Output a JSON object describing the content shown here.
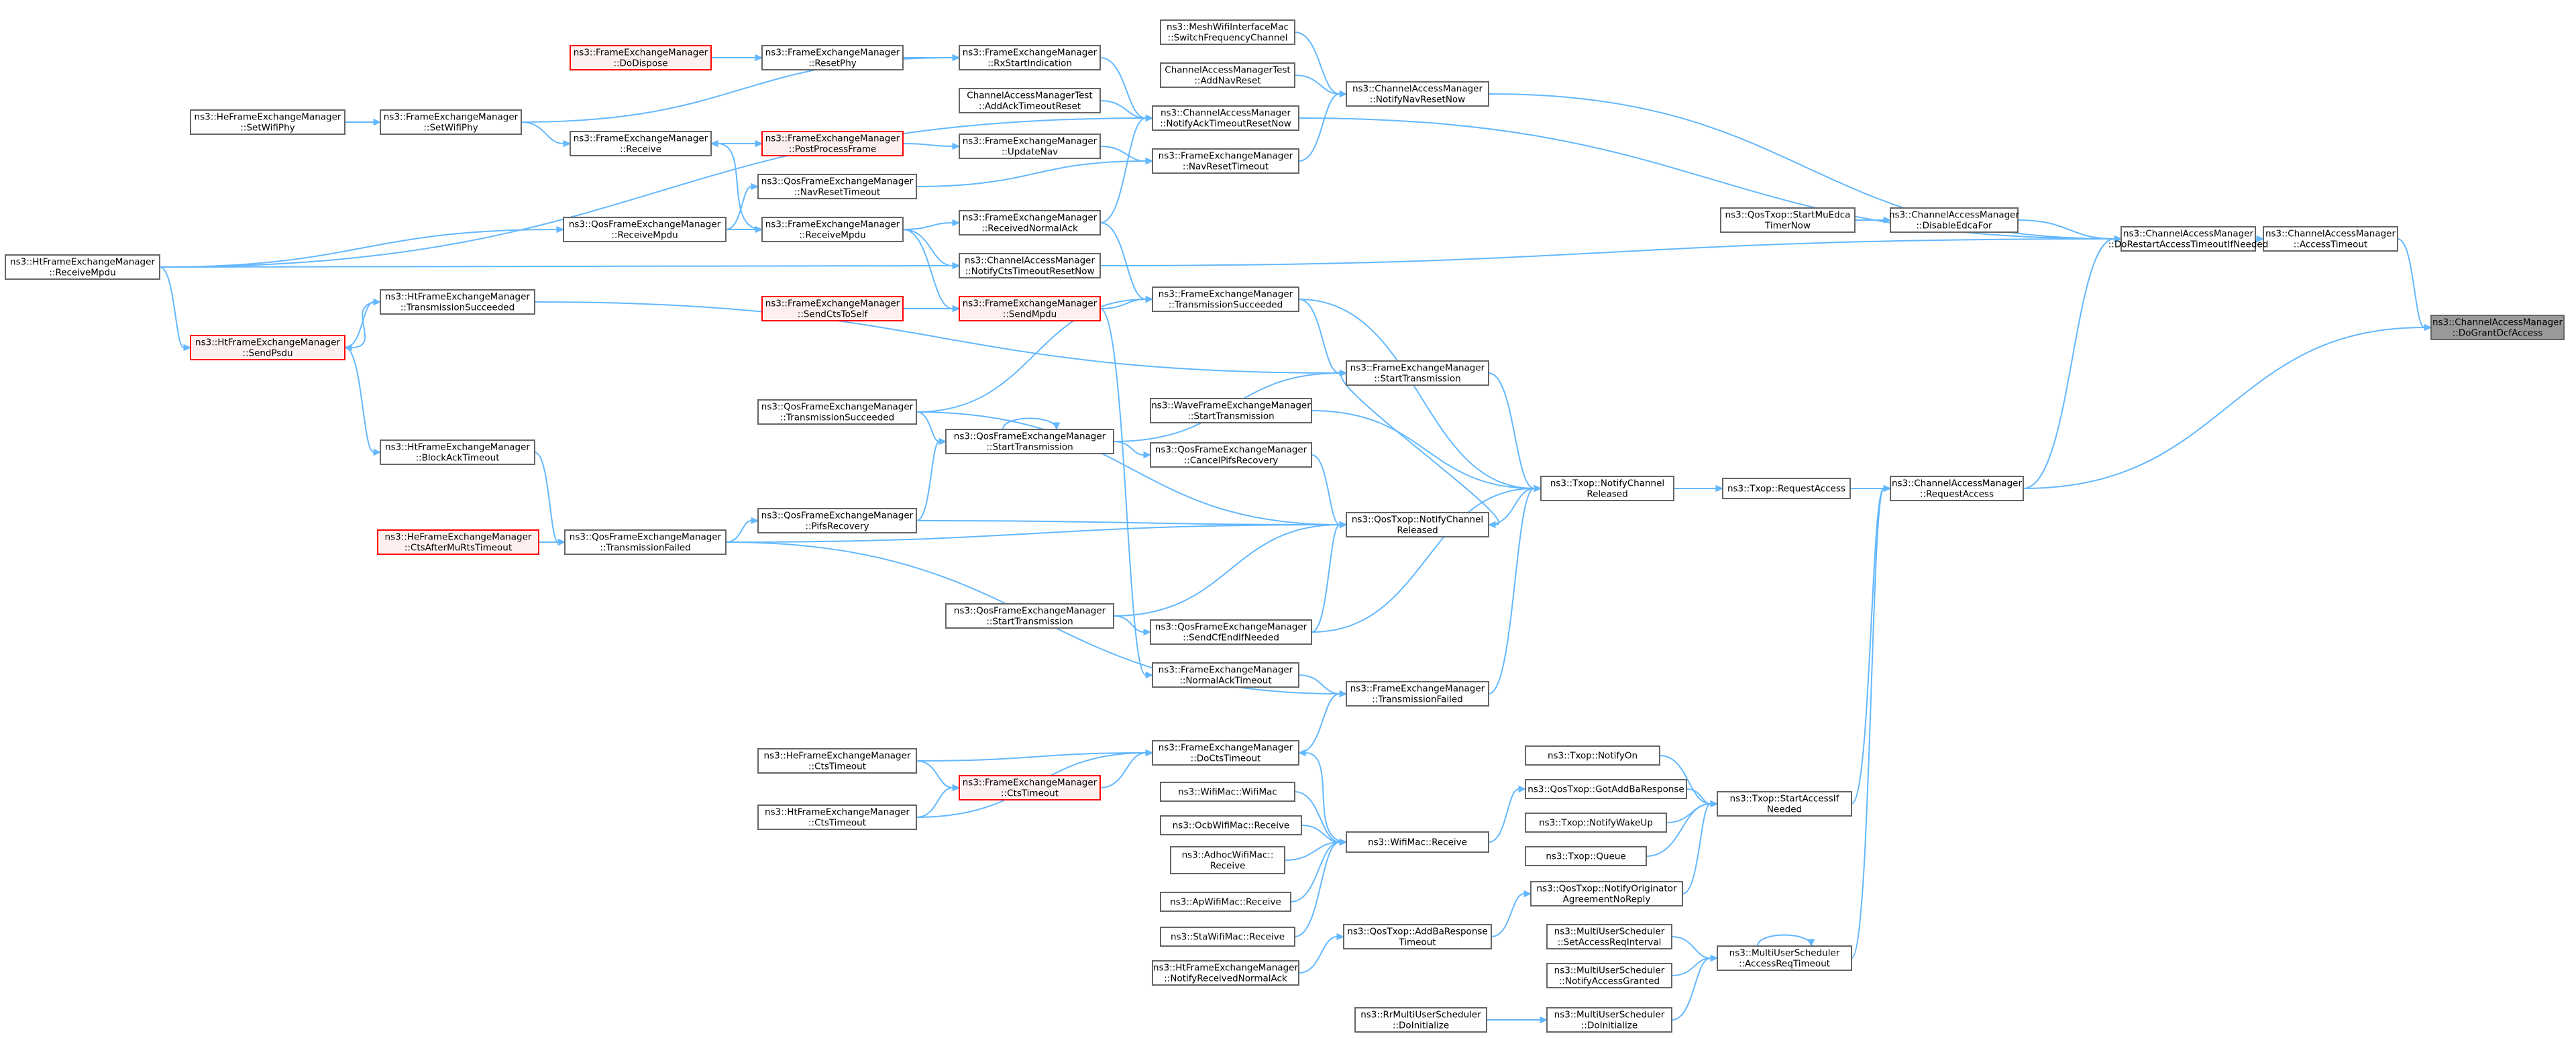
{
  "graph": {
    "root_id": "n0",
    "nodes": [
      {
        "id": "n0",
        "lines": [
          "ns3::ChannelAccessManager",
          "::DoGrantDcfAccess"
        ],
        "style": "root"
      },
      {
        "id": "n1",
        "lines": [
          "ns3::ChannelAccessManager",
          "::AccessTimeout"
        ],
        "style": "normal"
      },
      {
        "id": "n2",
        "lines": [
          "ns3::ChannelAccessManager",
          "::DoRestartAccessTimeoutIfNeeded"
        ],
        "style": "normal"
      },
      {
        "id": "n3",
        "lines": [
          "ns3::ChannelAccessManager",
          "::DisableEdcaFor"
        ],
        "style": "normal"
      },
      {
        "id": "n4",
        "lines": [
          "ns3::QosTxop::StartMuEdca",
          "TimerNow"
        ],
        "style": "normal"
      },
      {
        "id": "n5",
        "lines": [
          "ns3::ChannelAccessManager",
          "::NotifyNavResetNow"
        ],
        "style": "normal"
      },
      {
        "id": "n6",
        "lines": [
          "ns3::MeshWifiInterfaceMac",
          "::SwitchFrequencyChannel"
        ],
        "style": "normal"
      },
      {
        "id": "n7",
        "lines": [
          "ChannelAccessManagerTest",
          "::AddNavReset"
        ],
        "style": "normal"
      },
      {
        "id": "n8",
        "lines": [
          "ns3::ChannelAccessManager",
          "::NotifyAckTimeoutResetNow"
        ],
        "style": "normal"
      },
      {
        "id": "n9",
        "lines": [
          "ChannelAccessManagerTest",
          "::AddAckTimeoutReset"
        ],
        "style": "normal"
      },
      {
        "id": "n10",
        "lines": [
          "ns3::FrameExchangeManager",
          "::RxStartIndication"
        ],
        "style": "normal"
      },
      {
        "id": "n11",
        "lines": [
          "ns3::FrameExchangeManager",
          "::ResetPhy"
        ],
        "style": "normal"
      },
      {
        "id": "n12",
        "lines": [
          "ns3::FrameExchangeManager",
          "::DoDispose"
        ],
        "style": "red"
      },
      {
        "id": "n13",
        "lines": [
          "ns3::FrameExchangeManager",
          "::SetWifiPhy"
        ],
        "style": "normal"
      },
      {
        "id": "n14",
        "lines": [
          "ns3::HeFrameExchangeManager",
          "::SetWifiPhy"
        ],
        "style": "normal"
      },
      {
        "id": "n15",
        "lines": [
          "ns3::FrameExchangeManager",
          "::NavResetTimeout"
        ],
        "style": "normal"
      },
      {
        "id": "n16",
        "lines": [
          "ns3::FrameExchangeManager",
          "::UpdateNav"
        ],
        "style": "normal"
      },
      {
        "id": "n17",
        "lines": [
          "ns3::FrameExchangeManager",
          "::PostProcessFrame"
        ],
        "style": "red"
      },
      {
        "id": "n18",
        "lines": [
          "ns3::FrameExchangeManager",
          "::Receive"
        ],
        "style": "normal"
      },
      {
        "id": "n19",
        "lines": [
          "ns3::QosFrameExchangeManager",
          "::NavResetTimeout"
        ],
        "style": "normal"
      },
      {
        "id": "n20",
        "lines": [
          "ns3::FrameExchangeManager",
          "::ReceivedNormalAck"
        ],
        "style": "normal"
      },
      {
        "id": "n21",
        "lines": [
          "ns3::FrameExchangeManager",
          "::ReceiveMpdu"
        ],
        "style": "normal"
      },
      {
        "id": "n22",
        "lines": [
          "ns3::QosFrameExchangeManager",
          "::ReceiveMpdu"
        ],
        "style": "normal"
      },
      {
        "id": "n23",
        "lines": [
          "ns3::HtFrameExchangeManager",
          "::ReceiveMpdu"
        ],
        "style": "normal"
      },
      {
        "id": "n24",
        "lines": [
          "ns3::ChannelAccessManager",
          "::NotifyCtsTimeoutResetNow"
        ],
        "style": "normal"
      },
      {
        "id": "n25",
        "lines": [
          "ns3::FrameExchangeManager",
          "::SendMpdu"
        ],
        "style": "red"
      },
      {
        "id": "n26",
        "lines": [
          "ns3::FrameExchangeManager",
          "::SendCtsToSelf"
        ],
        "style": "red"
      },
      {
        "id": "n27",
        "lines": [
          "ns3::FrameExchangeManager",
          "::TransmissionSucceeded"
        ],
        "style": "normal"
      },
      {
        "id": "n28",
        "lines": [
          "ns3::HtFrameExchangeManager",
          "::TransmissionSucceeded"
        ],
        "style": "normal"
      },
      {
        "id": "n29",
        "lines": [
          "ns3::HtFrameExchangeManager",
          "::SendPsdu"
        ],
        "style": "red"
      },
      {
        "id": "n30",
        "lines": [
          "ns3::FrameExchangeManager",
          "::StartTransmission"
        ],
        "style": "normal"
      },
      {
        "id": "n31",
        "lines": [
          "ns3::WaveFrameExchangeManager",
          "::StartTransmission"
        ],
        "style": "normal"
      },
      {
        "id": "n32",
        "lines": [
          "ns3::QosFrameExchangeManager",
          "::TransmissionSucceeded"
        ],
        "style": "normal"
      },
      {
        "id": "n33",
        "lines": [
          "ns3::QosFrameExchangeManager",
          "::StartTransmission"
        ],
        "style": "normal"
      },
      {
        "id": "n34",
        "lines": [
          "ns3::QosFrameExchangeManager",
          "::CancelPifsRecovery"
        ],
        "style": "normal"
      },
      {
        "id": "n35",
        "lines": [
          "ns3::HtFrameExchangeManager",
          "::BlockAckTimeout"
        ],
        "style": "normal"
      },
      {
        "id": "n36",
        "lines": [
          "ns3::Txop::NotifyChannel",
          "Released"
        ],
        "style": "normal"
      },
      {
        "id": "n37",
        "lines": [
          "ns3::Txop::RequestAccess"
        ],
        "style": "normal"
      },
      {
        "id": "n38",
        "lines": [
          "ns3::ChannelAccessManager",
          "::RequestAccess"
        ],
        "style": "normal"
      },
      {
        "id": "n39",
        "lines": [
          "ns3::QosTxop::NotifyChannel",
          "Released"
        ],
        "style": "normal"
      },
      {
        "id": "n40",
        "lines": [
          "ns3::QosFrameExchangeManager",
          "::PifsRecovery"
        ],
        "style": "normal"
      },
      {
        "id": "n41",
        "lines": [
          "ns3::QosFrameExchangeManager",
          "::TransmissionFailed"
        ],
        "style": "normal"
      },
      {
        "id": "n42",
        "lines": [
          "ns3::HeFrameExchangeManager",
          "::CtsAfterMuRtsTimeout"
        ],
        "style": "red"
      },
      {
        "id": "n43",
        "lines": [
          "ns3::QosFrameExchangeManager",
          "::StartTransmission"
        ],
        "style": "normal"
      },
      {
        "id": "n44",
        "lines": [
          "ns3::QosFrameExchangeManager",
          "::SendCfEndIfNeeded"
        ],
        "style": "normal"
      },
      {
        "id": "n45",
        "lines": [
          "ns3::FrameExchangeManager",
          "::NormalAckTimeout"
        ],
        "style": "normal"
      },
      {
        "id": "n46",
        "lines": [
          "ns3::FrameExchangeManager",
          "::TransmissionFailed"
        ],
        "style": "normal"
      },
      {
        "id": "n47",
        "lines": [
          "ns3::FrameExchangeManager",
          "::DoCtsTimeout"
        ],
        "style": "normal"
      },
      {
        "id": "n48",
        "lines": [
          "ns3::HeFrameExchangeManager",
          "::CtsTimeout"
        ],
        "style": "normal"
      },
      {
        "id": "n49",
        "lines": [
          "ns3::FrameExchangeManager",
          "::CtsTimeout"
        ],
        "style": "red"
      },
      {
        "id": "n50",
        "lines": [
          "ns3::HtFrameExchangeManager",
          "::CtsTimeout"
        ],
        "style": "normal"
      },
      {
        "id": "n51",
        "lines": [
          "ns3::Txop::NotifyOn"
        ],
        "style": "normal"
      },
      {
        "id": "n52",
        "lines": [
          "ns3::QosTxop::GotAddBaResponse"
        ],
        "style": "normal"
      },
      {
        "id": "n53",
        "lines": [
          "ns3::Txop::NotifyWakeUp"
        ],
        "style": "normal"
      },
      {
        "id": "n54",
        "lines": [
          "ns3::Txop::Queue"
        ],
        "style": "normal"
      },
      {
        "id": "n55",
        "lines": [
          "ns3::Txop::StartAccessIf",
          "Needed"
        ],
        "style": "normal"
      },
      {
        "id": "n56",
        "lines": [
          "ns3::QosTxop::NotifyOriginator",
          "AgreementNoReply"
        ],
        "style": "normal"
      },
      {
        "id": "n57",
        "lines": [
          "ns3::WifiMac::WifiMac"
        ],
        "style": "normal"
      },
      {
        "id": "n58",
        "lines": [
          "ns3::OcbWifiMac::Receive"
        ],
        "style": "normal"
      },
      {
        "id": "n59",
        "lines": [
          "ns3::AdhocWifiMac::",
          "Receive"
        ],
        "style": "normal"
      },
      {
        "id": "n60",
        "lines": [
          "ns3::ApWifiMac::Receive"
        ],
        "style": "normal"
      },
      {
        "id": "n61",
        "lines": [
          "ns3::WifiMac::Receive"
        ],
        "style": "normal"
      },
      {
        "id": "n62",
        "lines": [
          "ns3::StaWifiMac::Receive"
        ],
        "style": "normal"
      },
      {
        "id": "n63",
        "lines": [
          "ns3::QosTxop::AddBaResponse",
          "Timeout"
        ],
        "style": "normal"
      },
      {
        "id": "n64",
        "lines": [
          "ns3::HtFrameExchangeManager",
          "::NotifyReceivedNormalAck"
        ],
        "style": "normal"
      },
      {
        "id": "n65",
        "lines": [
          "ns3::MultiUserScheduler",
          "::SetAccessReqInterval"
        ],
        "style": "normal"
      },
      {
        "id": "n66",
        "lines": [
          "ns3::MultiUserScheduler",
          "::NotifyAccessGranted"
        ],
        "style": "normal"
      },
      {
        "id": "n67",
        "lines": [
          "ns3::MultiUserScheduler",
          "::AccessReqTimeout"
        ],
        "style": "normal"
      },
      {
        "id": "n68",
        "lines": [
          "ns3::RrMultiUserScheduler",
          "::DoInitialize"
        ],
        "style": "normal"
      },
      {
        "id": "n69",
        "lines": [
          "ns3::MultiUserScheduler",
          "::DoInitialize"
        ],
        "style": "normal"
      }
    ],
    "edges": [
      [
        "n1",
        "n0"
      ],
      [
        "n38",
        "n0"
      ],
      [
        "n2",
        "n1"
      ],
      [
        "n3",
        "n2"
      ],
      [
        "n5",
        "n2"
      ],
      [
        "n8",
        "n2"
      ],
      [
        "n24",
        "n2"
      ],
      [
        "n38",
        "n2"
      ],
      [
        "n4",
        "n3"
      ],
      [
        "n6",
        "n5"
      ],
      [
        "n7",
        "n5"
      ],
      [
        "n15",
        "n5"
      ],
      [
        "n9",
        "n8"
      ],
      [
        "n10",
        "n8"
      ],
      [
        "n20",
        "n8"
      ],
      [
        "n23",
        "n8"
      ],
      [
        "n11",
        "n10"
      ],
      [
        "n13",
        "n10"
      ],
      [
        "n12",
        "n11"
      ],
      [
        "n14",
        "n13"
      ],
      [
        "n16",
        "n15"
      ],
      [
        "n19",
        "n15"
      ],
      [
        "n17",
        "n16"
      ],
      [
        "n18",
        "n17"
      ],
      [
        "n13",
        "n18"
      ],
      [
        "n21",
        "n18"
      ],
      [
        "n22",
        "n19"
      ],
      [
        "n21",
        "n20"
      ],
      [
        "n22",
        "n21"
      ],
      [
        "n23",
        "n22"
      ],
      [
        "n21",
        "n24"
      ],
      [
        "n23",
        "n24"
      ],
      [
        "n21",
        "n25"
      ],
      [
        "n26",
        "n25"
      ],
      [
        "n25",
        "n27"
      ],
      [
        "n20",
        "n27"
      ],
      [
        "n32",
        "n27"
      ],
      [
        "n29",
        "n28"
      ],
      [
        "n23",
        "n29"
      ],
      [
        "n28",
        "n29"
      ],
      [
        "n27",
        "n30"
      ],
      [
        "n28",
        "n30"
      ],
      [
        "n33",
        "n30"
      ],
      [
        "n32",
        "n33"
      ],
      [
        "n40",
        "n33"
      ],
      [
        "n33",
        "n33"
      ],
      [
        "n41",
        "n40"
      ],
      [
        "n35",
        "n41"
      ],
      [
        "n42",
        "n41"
      ],
      [
        "n29",
        "n35"
      ],
      [
        "n33",
        "n34"
      ],
      [
        "n27",
        "n36"
      ],
      [
        "n30",
        "n36"
      ],
      [
        "n31",
        "n36"
      ],
      [
        "n39",
        "n36"
      ],
      [
        "n44",
        "n36"
      ],
      [
        "n46",
        "n36"
      ],
      [
        "n36",
        "n37"
      ],
      [
        "n37",
        "n38"
      ],
      [
        "n55",
        "n38"
      ],
      [
        "n67",
        "n38"
      ],
      [
        "n34",
        "n39"
      ],
      [
        "n40",
        "n39"
      ],
      [
        "n41",
        "n39"
      ],
      [
        "n43",
        "n39"
      ],
      [
        "n44",
        "n39"
      ],
      [
        "n32",
        "n39"
      ],
      [
        "n30",
        "n39"
      ],
      [
        "n43",
        "n44"
      ],
      [
        "n25",
        "n45"
      ],
      [
        "n45",
        "n46"
      ],
      [
        "n47",
        "n46"
      ],
      [
        "n41",
        "n46"
      ],
      [
        "n49",
        "n47"
      ],
      [
        "n48",
        "n47"
      ],
      [
        "n50",
        "n47"
      ],
      [
        "n61",
        "n47"
      ],
      [
        "n48",
        "n49"
      ],
      [
        "n50",
        "n49"
      ],
      [
        "n51",
        "n55"
      ],
      [
        "n52",
        "n55"
      ],
      [
        "n53",
        "n55"
      ],
      [
        "n54",
        "n55"
      ],
      [
        "n56",
        "n55"
      ],
      [
        "n61",
        "n52"
      ],
      [
        "n63",
        "n56"
      ],
      [
        "n57",
        "n61"
      ],
      [
        "n58",
        "n61"
      ],
      [
        "n59",
        "n61"
      ],
      [
        "n60",
        "n61"
      ],
      [
        "n62",
        "n61"
      ],
      [
        "n64",
        "n63"
      ],
      [
        "n65",
        "n67"
      ],
      [
        "n66",
        "n67"
      ],
      [
        "n69",
        "n67"
      ],
      [
        "n67",
        "n67"
      ],
      [
        "n68",
        "n69"
      ]
    ]
  }
}
